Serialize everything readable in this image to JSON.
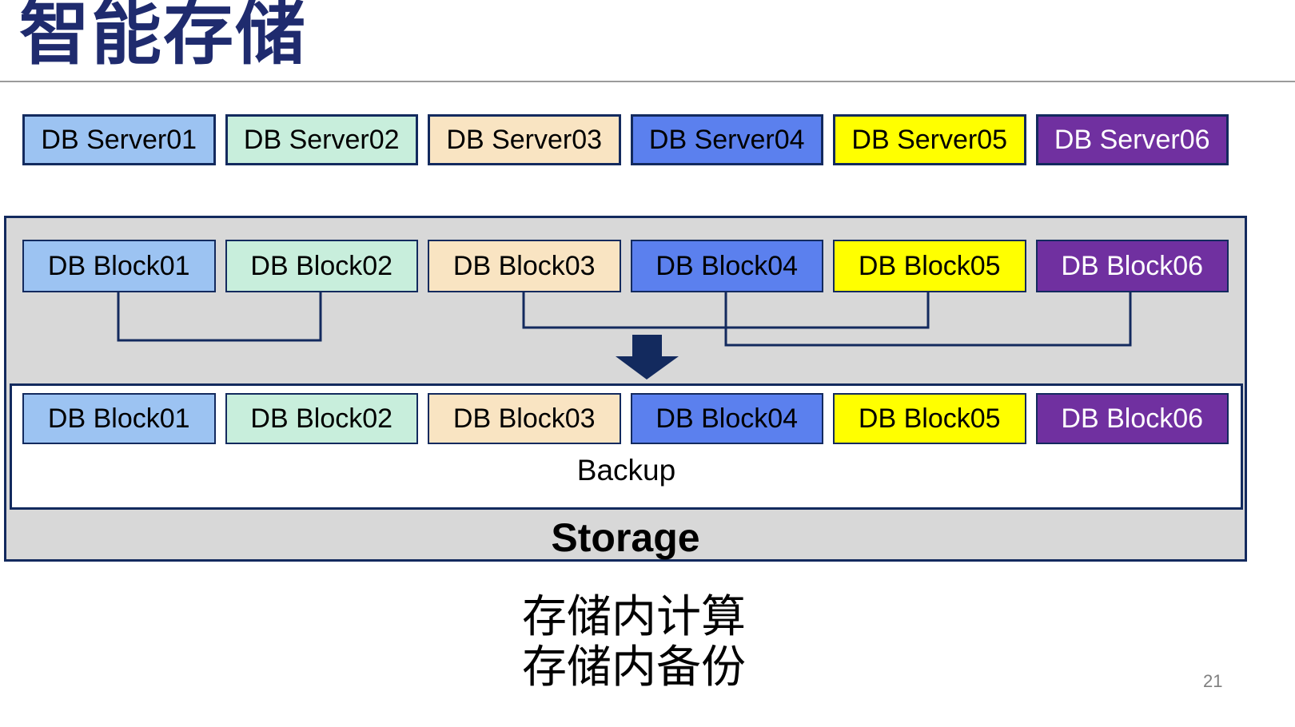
{
  "title": "智能存储",
  "page_number": "21",
  "caption": {
    "line1": "存储内计算",
    "line2": "存储内备份"
  },
  "colors": {
    "navy": "#132A5E",
    "title": "#1F2B6E",
    "gray_bg": "#D8D8D8",
    "rule": "#9B9B9B",
    "page_number": "#7F7F7F"
  },
  "servers": [
    {
      "label": "DB Server01",
      "fill": "#9CC3F2",
      "text": "#000000"
    },
    {
      "label": "DB Server02",
      "fill": "#C8EEDC",
      "text": "#000000"
    },
    {
      "label": "DB Server03",
      "fill": "#F9E4C2",
      "text": "#000000"
    },
    {
      "label": "DB Server04",
      "fill": "#5B80EE",
      "text": "#000000"
    },
    {
      "label": "DB Server05",
      "fill": "#FFFF00",
      "text": "#000000"
    },
    {
      "label": "DB Server06",
      "fill": "#7030A0",
      "text": "#FFFFFF"
    }
  ],
  "storage_unit": {
    "backup_label": "Backup",
    "storage_label": "Storage",
    "top_blocks": [
      {
        "label": "DB Block01",
        "fill": "#9CC3F2",
        "text": "#000000"
      },
      {
        "label": "DB Block02",
        "fill": "#C8EEDC",
        "text": "#000000"
      },
      {
        "label": "DB Block03",
        "fill": "#F9E4C2",
        "text": "#000000"
      },
      {
        "label": "DB Block04",
        "fill": "#5B80EE",
        "text": "#000000"
      },
      {
        "label": "DB Block05",
        "fill": "#FFFF00",
        "text": "#000000"
      },
      {
        "label": "DB Block06",
        "fill": "#7030A0",
        "text": "#FFFFFF"
      }
    ],
    "bottom_blocks": [
      {
        "label": "DB Block01",
        "fill": "#9CC3F2",
        "text": "#000000"
      },
      {
        "label": "DB Block02",
        "fill": "#C8EEDC",
        "text": "#000000"
      },
      {
        "label": "DB Block03",
        "fill": "#F9E4C2",
        "text": "#000000"
      },
      {
        "label": "DB Block04",
        "fill": "#5B80EE",
        "text": "#000000"
      },
      {
        "label": "DB Block05",
        "fill": "#FFFF00",
        "text": "#000000"
      },
      {
        "label": "DB Block06",
        "fill": "#7030A0",
        "text": "#FFFFFF"
      }
    ],
    "connections": [
      {
        "from": "DB Block01",
        "to": "DB Block02"
      },
      {
        "from": "DB Block03",
        "to": "DB Block05"
      },
      {
        "from": "DB Block04",
        "to": "DB Block06"
      }
    ]
  }
}
